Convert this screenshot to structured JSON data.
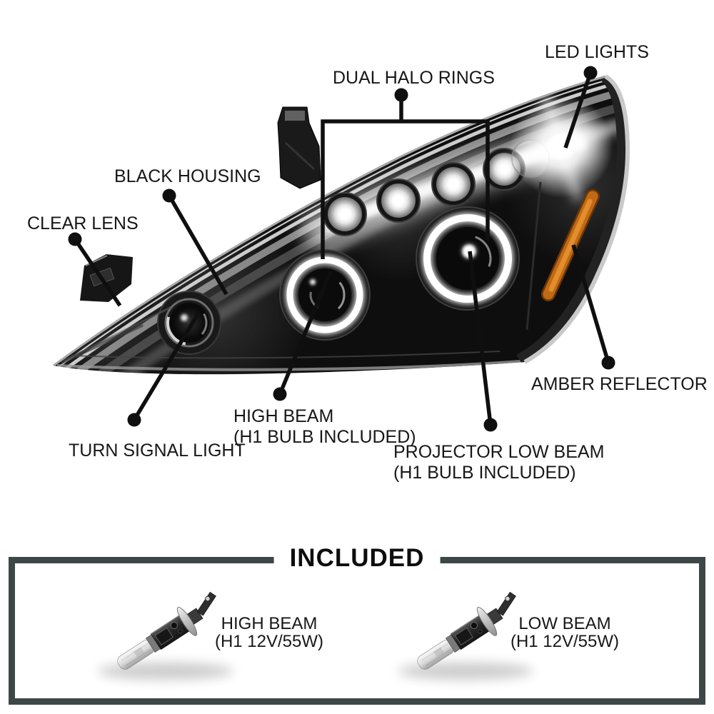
{
  "callouts": {
    "led_lights": "LED LIGHTS",
    "dual_halo_rings": "DUAL HALO RINGS",
    "black_housing": "BLACK HOUSING",
    "clear_lens": "CLEAR LENS",
    "turn_signal_light": "TURN SIGNAL LIGHT",
    "high_beam": {
      "line1": "HIGH BEAM",
      "line2": "(H1 BULB INCLUDED)"
    },
    "projector_low_beam": {
      "line1": "PROJECTOR LOW BEAM",
      "line2": "(H1 BULB INCLUDED)"
    },
    "amber_reflector": "AMBER REFLECTOR"
  },
  "included_panel": {
    "title": "INCLUDED",
    "items": [
      {
        "line1": "HIGH BEAM",
        "line2": "(H1 12V/55W)"
      },
      {
        "line1": "LOW BEAM",
        "line2": "(H1 12V/55W)"
      }
    ]
  },
  "colors": {
    "label_text": "#171717",
    "leader_line": "#0f0f0f",
    "included_frame": "#3d4748",
    "amber_reflector": "#c06a16",
    "halo_glow": "#ffffff",
    "housing": "#0e0e0e"
  }
}
